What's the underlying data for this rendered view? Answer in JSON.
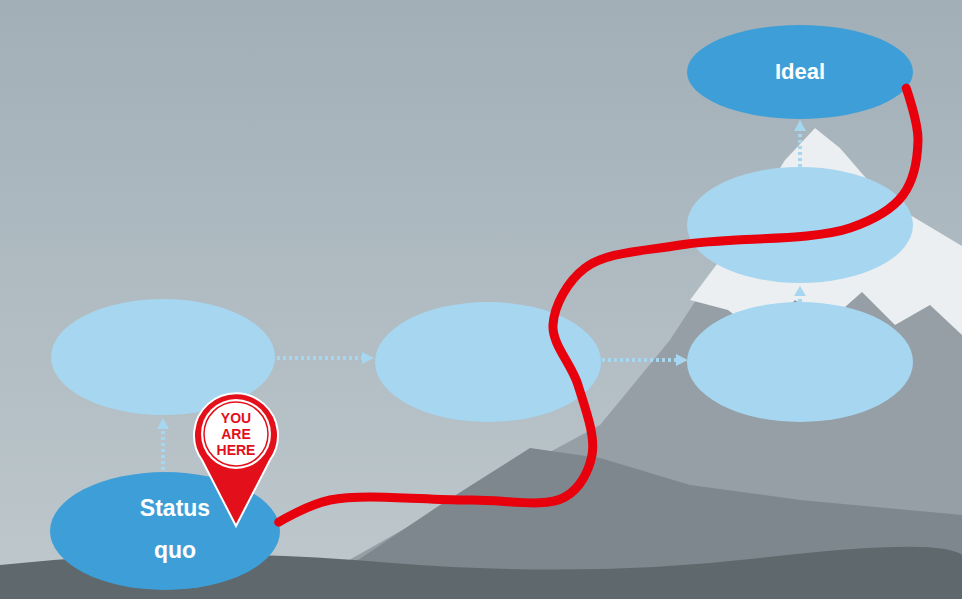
{
  "diagram": {
    "nodes": [
      {
        "text": [
          "Ideal"
        ]
      },
      {
        "text": [
          "YOU ARE HERE"
        ]
      },
      {
        "text": [
          "Status quo"
        ]
      }
    ],
    "edges": [
      {
        "from": 2,
        "to": 0,
        "arrow": "none"
      }
    ]
  }
}
